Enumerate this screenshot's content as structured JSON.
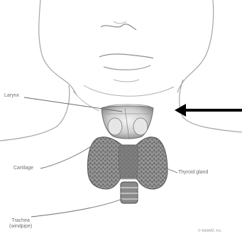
{
  "labels": {
    "larynx": "Larynx",
    "cartilage": "Cartilage",
    "thyroid_gland": "Thyroid gland",
    "trachea": "Trachea",
    "trachea_sub": "(windpipe)"
  },
  "credit": "© WebMD, Inc.",
  "colors": {
    "line": "#9a9a9a",
    "gland": "#7a7a7a",
    "arrow": "#000000"
  }
}
